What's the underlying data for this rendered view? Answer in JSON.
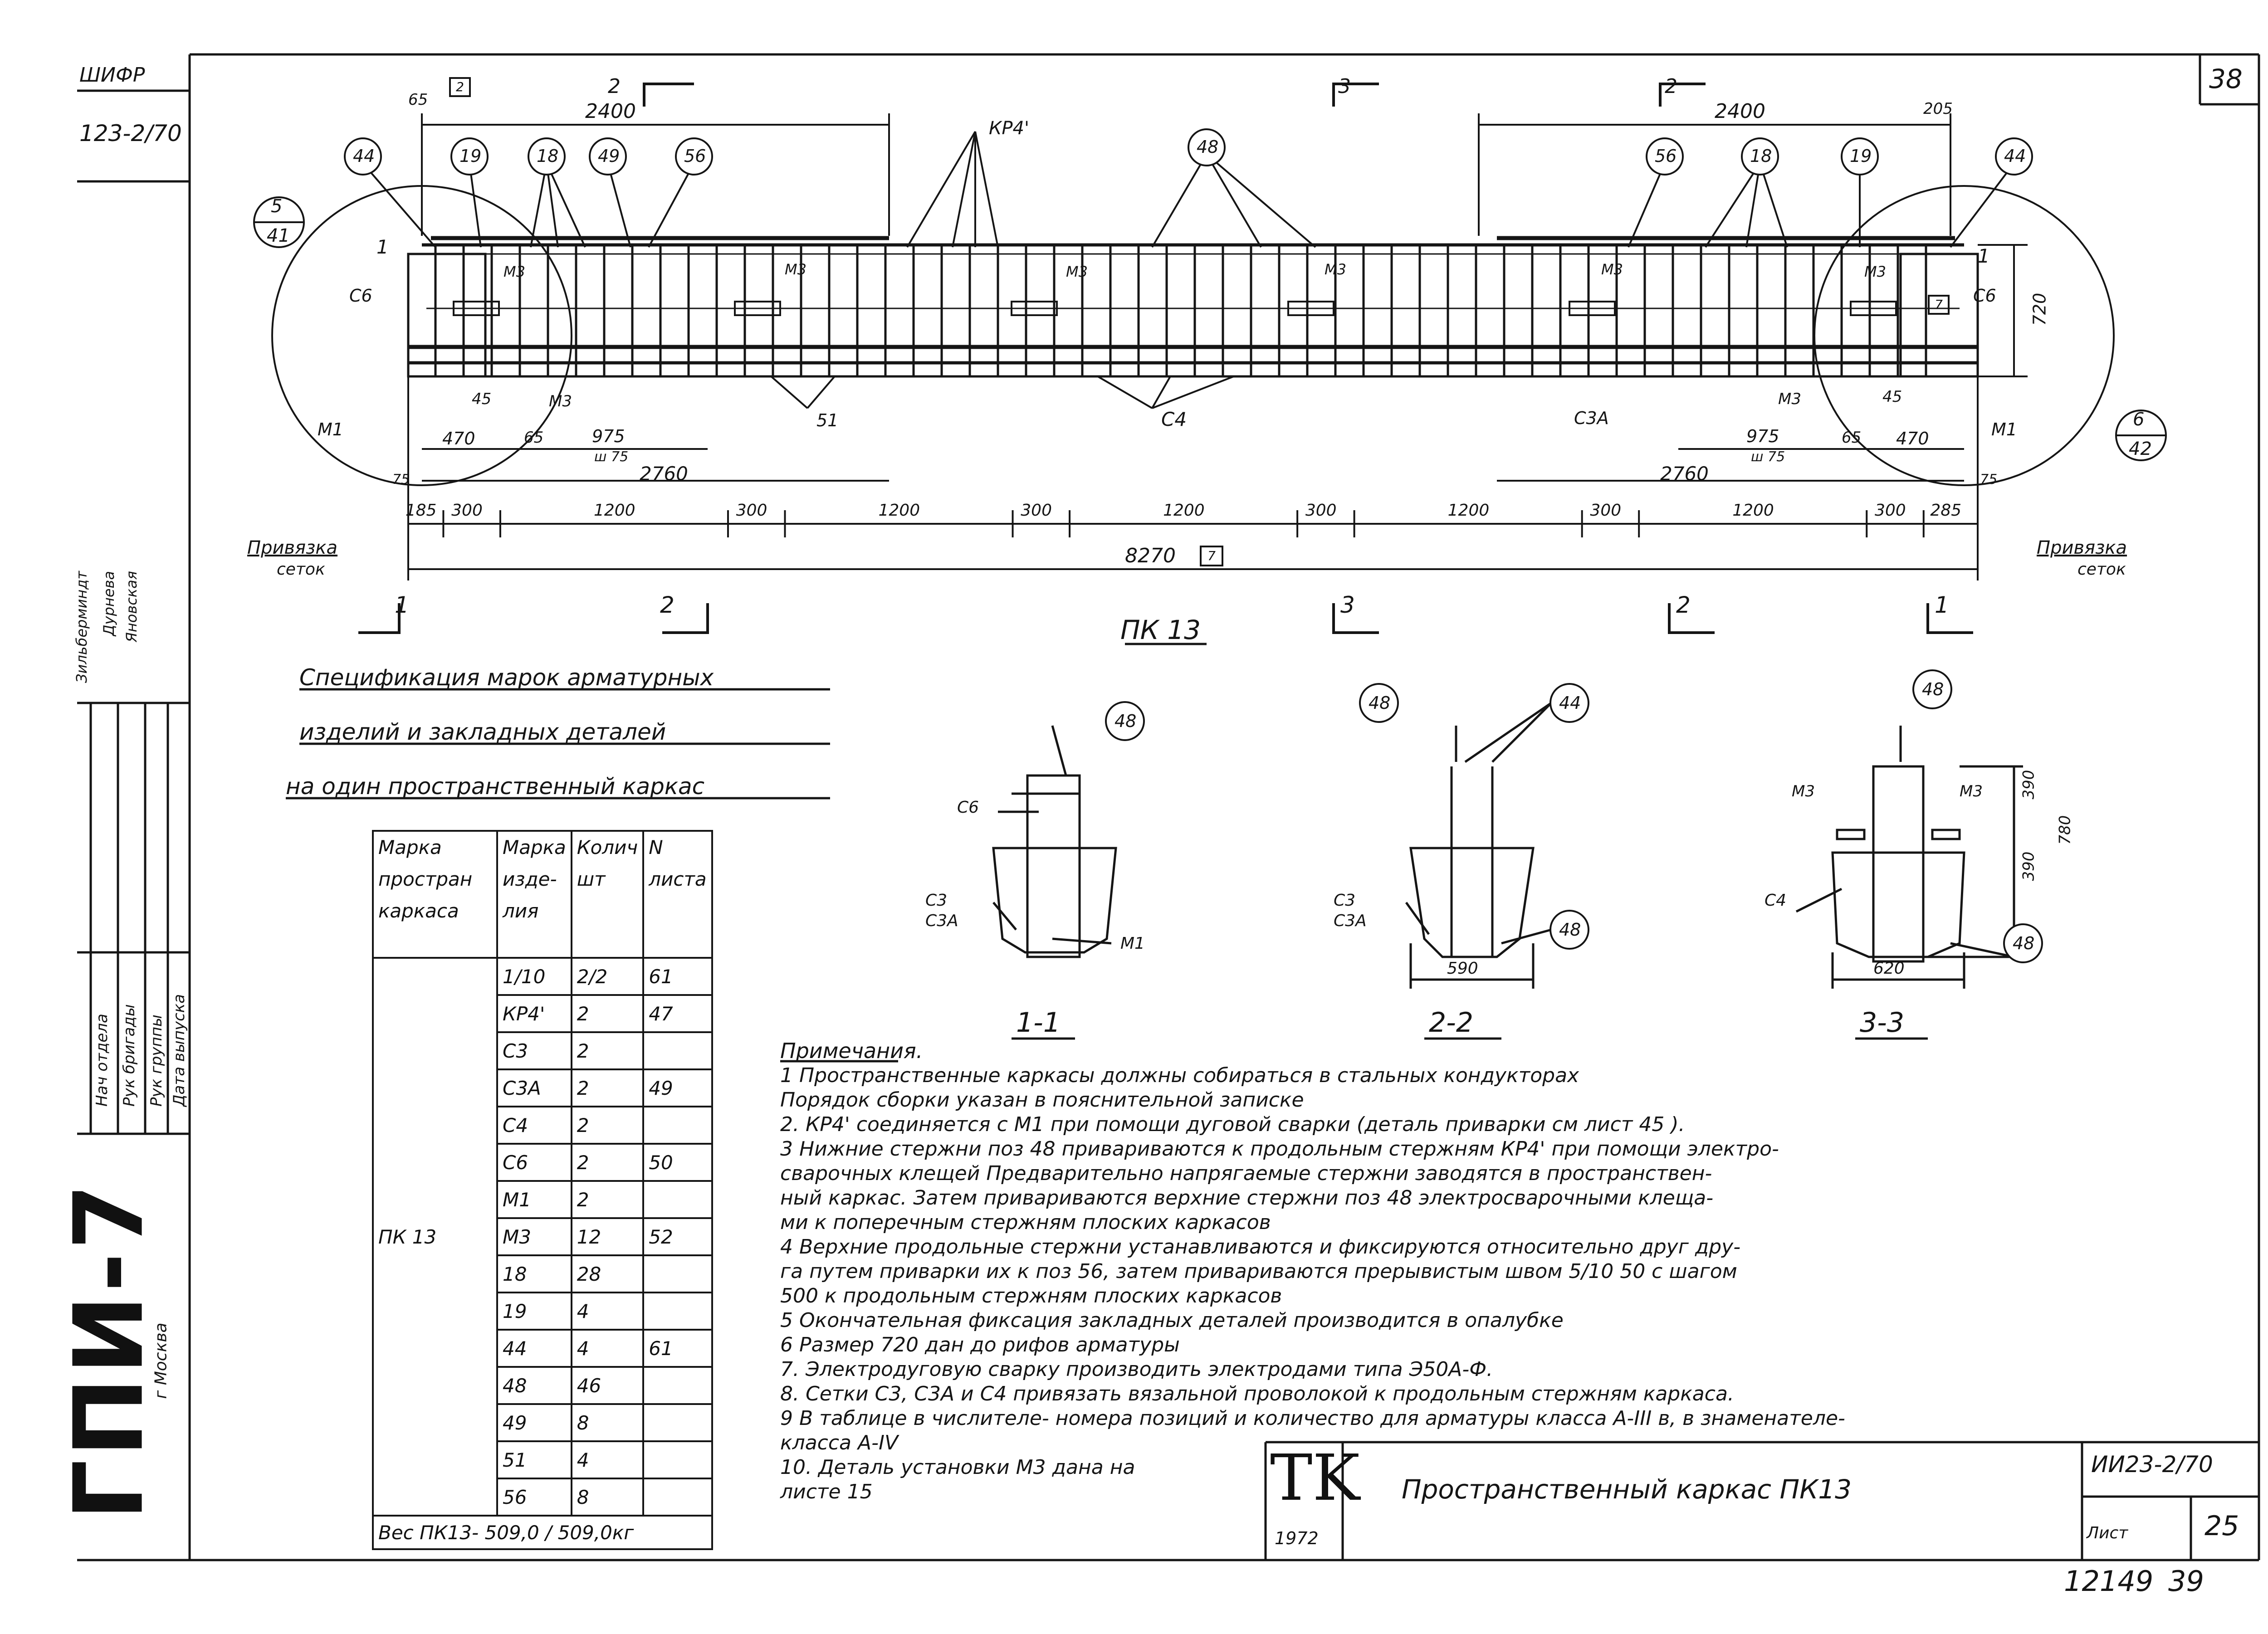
{
  "sheet": {
    "sheet_number_top": "38",
    "series_code": "ШИФР",
    "series_code_value": "123-2/70",
    "designation": "ИИ23-2/70",
    "list_label": "Лист",
    "list_number": "25",
    "bottom_code": "12149",
    "bottom_number": "39",
    "org_name": "ГПИ-7",
    "org_city": "г Москва",
    "tk_logo": "TK",
    "tk_year": "1972",
    "title_block_name": "Пространственный каркас ПК13"
  },
  "signatures": {
    "roles": [
      "Нач отдела",
      "Рук бригады",
      "Рук группы",
      "Дата выпуска"
    ],
    "names": [
      "Зильберминдт",
      "Дурнева",
      "Яновская"
    ]
  },
  "elevation": {
    "title": "ПК 13",
    "dims_top": [
      "2400",
      "2400"
    ],
    "dim_65": "65",
    "dim_205": "205",
    "callouts": [
      "44",
      "19",
      "18",
      "49",
      "56",
      "48",
      "56",
      "18",
      "19",
      "44"
    ],
    "label_kp4": "КР4'",
    "detail_refs": [
      {
        "num": "5",
        "sheet": "41"
      },
      {
        "num": "6",
        "sheet": "42"
      }
    ],
    "labels": {
      "c6_left": "С6",
      "c6_right": "С6",
      "m3_list": [
        "М3",
        "М3",
        "М3",
        "М3",
        "М3",
        "М3"
      ],
      "m1_left": "М1",
      "m1_right": "М1",
      "m3_bottom_left": "М3",
      "m3_bottom_right": "М3",
      "c4": "С4",
      "c3a": "С3А",
      "n51": "51",
      "n45_left": "45",
      "n45_right": "45",
      "n1_left": "1",
      "n1_right": "1"
    },
    "dims_mid_left": [
      "470",
      "65",
      "975",
      "ш 75",
      "2760"
    ],
    "dims_mid_right": [
      "975",
      "65",
      "470",
      "ш 75",
      "2760"
    ],
    "height_dim": "720",
    "dim_75_left": "75",
    "dim_75_right": "75",
    "chain": [
      "185",
      "300",
      "1200",
      "300",
      "1200",
      "300",
      "1200",
      "300",
      "1200",
      "300",
      "1200",
      "300",
      "285"
    ],
    "total": "8270",
    "mesh_ref_left": [
      "Привязка",
      "сеток"
    ],
    "mesh_ref_right": [
      "Привязка",
      "сеток"
    ],
    "section_marks_top": [
      "2",
      "3",
      "2"
    ],
    "section_marks_bottom": [
      "1",
      "2",
      "3",
      "2",
      "1"
    ],
    "boxed_note": "7",
    "boxed_note_2": "2"
  },
  "spec_title": [
    "Спецификация марок арматурных",
    "изделий и закладных деталей",
    "на один пространственный каркас"
  ],
  "spec_table": {
    "headers": [
      "Марка простран каркаса",
      "Марка изде- лия",
      "Колич шт",
      "N листа"
    ],
    "frame_mark": "ПК 13",
    "rows": [
      {
        "mark": "1/10",
        "qty": "2/2",
        "sheet": "61"
      },
      {
        "mark": "КР4'",
        "qty": "2",
        "sheet": "47"
      },
      {
        "mark": "С3",
        "qty": "2",
        "sheet": ""
      },
      {
        "mark": "С3А",
        "qty": "2",
        "sheet": "49"
      },
      {
        "mark": "С4",
        "qty": "2",
        "sheet": ""
      },
      {
        "mark": "С6",
        "qty": "2",
        "sheet": "50"
      },
      {
        "mark": "М1",
        "qty": "2",
        "sheet": ""
      },
      {
        "mark": "М3",
        "qty": "12",
        "sheet": "52"
      },
      {
        "mark": "18",
        "qty": "28",
        "sheet": ""
      },
      {
        "mark": "19",
        "qty": "4",
        "sheet": ""
      },
      {
        "mark": "44",
        "qty": "4",
        "sheet": "61"
      },
      {
        "mark": "48",
        "qty": "46",
        "sheet": ""
      },
      {
        "mark": "49",
        "qty": "8",
        "sheet": ""
      },
      {
        "mark": "51",
        "qty": "4",
        "sheet": ""
      },
      {
        "mark": "56",
        "qty": "8",
        "sheet": ""
      }
    ],
    "weight_label": "Вес ПК13-",
    "weight_value": "509,0",
    "weight_total": "509,0кг"
  },
  "sections": [
    {
      "title": "1-1",
      "callouts": [
        "48"
      ],
      "labels": [
        "С6",
        "С3",
        "С3А",
        "М1"
      ]
    },
    {
      "title": "2-2",
      "callouts": [
        "48",
        "44",
        "48"
      ],
      "labels": [
        "С3",
        "С3А",
        "590"
      ]
    },
    {
      "title": "3-3",
      "callouts": [
        "48",
        "48"
      ],
      "labels": [
        "М3",
        "М3",
        "С4",
        "620",
        "390",
        "390",
        "780"
      ]
    }
  ],
  "notes_title": "Примечания.",
  "notes": [
    "1 Пространственные каркасы должны собираться в стальных кондукторах",
    "Порядок сборки указан в пояснительной записке",
    "2. КР4' соединяется с М1 при помощи дуговой сварки (деталь приварки см лист 45 ).",
    "3 Нижние стержни поз 48 привариваются к продольным стержням КР4' при помощи электро-",
    "сварочных клещей Предварительно напрягаемые стержни заводятся в пространствен-",
    "ный каркас. Затем привариваются верхние стержни поз 48 электросварочными клеща-",
    "ми к поперечным стержням плоских каркасов",
    "4 Верхние продольные стержни устанавливаются и фиксируются относительно друг дру-",
    "га путем приварки их к поз 56, затем привариваются прерывистым швом 5/10 50 с шагом",
    "500 к продольным стержням плоских каркасов",
    "5 Окончательная фиксация закладных деталей производится в опалубке",
    "6 Размер 720 дан до рифов арматуры",
    "7. Электродуговую сварку производить электродами типа Э50А-Ф.",
    "8. Сетки С3, С3А и С4 привязать вязальной проволокой к продольным стержням каркаса.",
    "9 В таблице в числителе- номера позиций и количество для арматуры класса А-III в, в знаменателе-",
    "класса А-IV",
    "10. Деталь установки М3 дана на",
    "листе 15"
  ]
}
